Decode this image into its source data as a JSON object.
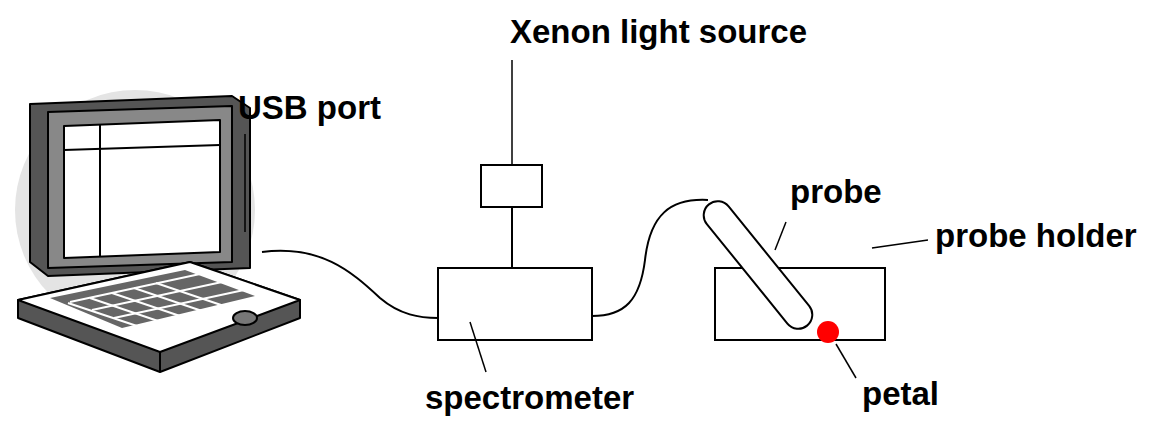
{
  "diagram": {
    "labels": [
      "Xenon light source",
      "USB port",
      "probe",
      "probe holder",
      "petal",
      "spectrometer"
    ]
  }
}
